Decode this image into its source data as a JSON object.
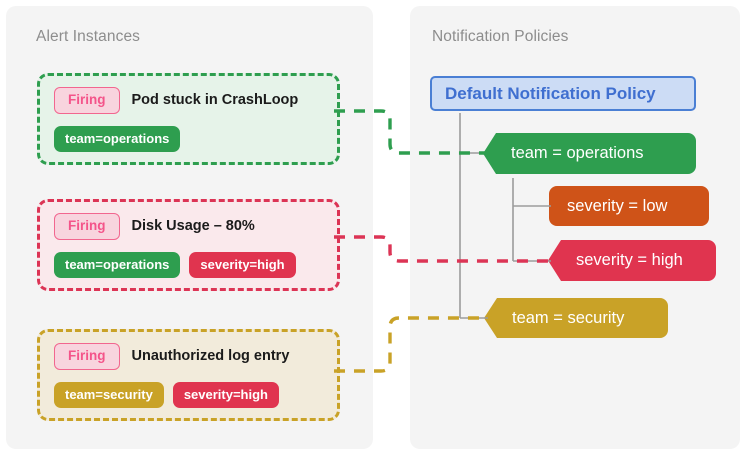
{
  "panels": {
    "alerts": {
      "title": "Alert Instances"
    },
    "policies": {
      "title": "Notification Policies"
    }
  },
  "alerts": [
    {
      "status": "Firing",
      "title": "Pod stuck in CrashLoop",
      "labels": [
        {
          "text": "team=operations",
          "color": "#2e9e4f"
        }
      ],
      "accent": "#2e9e4f"
    },
    {
      "status": "Firing",
      "title": "Disk Usage – 80%",
      "labels": [
        {
          "text": "team=operations",
          "color": "#2e9e4f"
        },
        {
          "text": "severity=high",
          "color": "#e0344f"
        }
      ],
      "accent": "#dc3455"
    },
    {
      "status": "Firing",
      "title": "Unauthorized log entry",
      "labels": [
        {
          "text": "team=security",
          "color": "#c9a227"
        },
        {
          "text": "severity=high",
          "color": "#e0344f"
        }
      ],
      "accent": "#c9a227"
    }
  ],
  "policies": {
    "root": {
      "label": "Default Notification Policy",
      "color": "#3f6fd0"
    },
    "nodes": [
      {
        "label": "team = operations",
        "color": "#2e9e4f",
        "matched": true
      },
      {
        "label": "severity = low",
        "color": "#cf5318",
        "matched": false
      },
      {
        "label": "severity = high",
        "color": "#e0344f",
        "matched": true
      },
      {
        "label": "team = security",
        "color": "#c9a227",
        "matched": true
      }
    ]
  },
  "connections": [
    {
      "from": "alert-card-0",
      "to": "policy-team-ops",
      "color": "#2e9e4f"
    },
    {
      "from": "alert-card-1",
      "to": "policy-sev-high",
      "color": "#dc3455"
    },
    {
      "from": "alert-card-2",
      "to": "policy-team-sec",
      "color": "#c9a227"
    }
  ],
  "theme": {
    "panel_bg": "#f4f4f4",
    "page_bg": "#ffffff",
    "title_color": "#8d8d8d",
    "tree_line": "#9b9b9b"
  }
}
